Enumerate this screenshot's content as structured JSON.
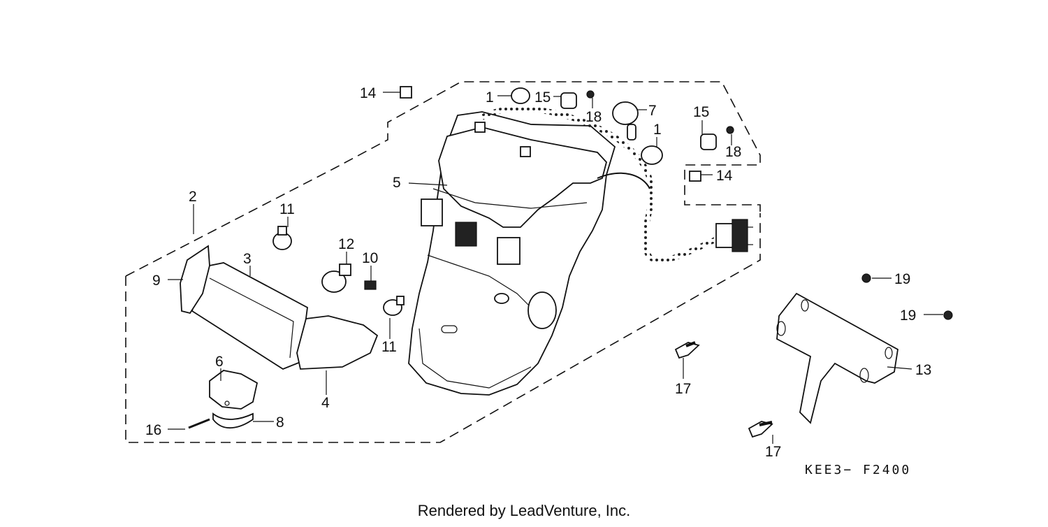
{
  "diagram": {
    "code": "KEE3− F2400",
    "credit": "Rendered by LeadVenture, Inc.",
    "callouts": {
      "c1a": "1",
      "c1b": "1",
      "c2": "2",
      "c3": "3",
      "c4": "4",
      "c5": "5",
      "c6": "6",
      "c7": "7",
      "c8": "8",
      "c9": "9",
      "c10": "10",
      "c11a": "11",
      "c11b": "11",
      "c12": "12",
      "c13": "13",
      "c14a": "14",
      "c14b": "14",
      "c15a": "15",
      "c15b": "15",
      "c16": "16",
      "c17a": "17",
      "c17b": "17",
      "c18a": "18",
      "c18b": "18",
      "c19a": "19",
      "c19b": "19"
    }
  }
}
